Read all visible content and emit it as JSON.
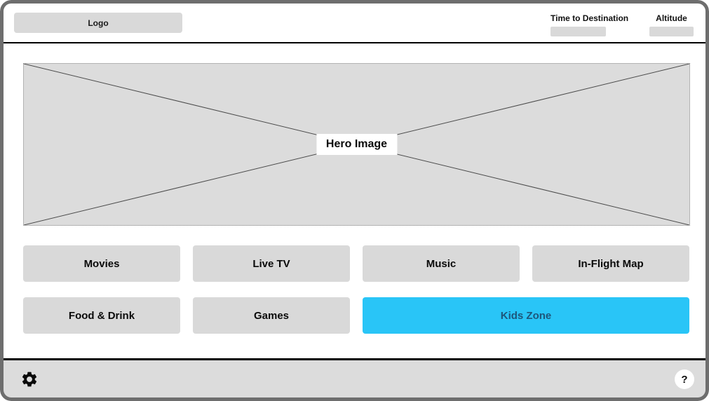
{
  "header": {
    "logo_label": "Logo",
    "stats": [
      {
        "label": "Time to Destination"
      },
      {
        "label": "Altitude"
      }
    ]
  },
  "hero": {
    "label": "Hero Image"
  },
  "menu": {
    "items": [
      {
        "label": "Movies",
        "selected": false
      },
      {
        "label": "Live TV",
        "selected": false
      },
      {
        "label": "Music",
        "selected": false
      },
      {
        "label": "In-Flight Map",
        "selected": false
      },
      {
        "label": "Food & Drink",
        "selected": false
      },
      {
        "label": "Games",
        "selected": false
      },
      {
        "label": "Kids Zone",
        "selected": true
      }
    ]
  },
  "footer": {
    "settings_icon": "gear-icon",
    "help_label": "?"
  },
  "colors": {
    "accent": "#29c5f7",
    "accent_text": "#1e567a",
    "placeholder_gray": "#d9d9d9",
    "hero_gray": "#dcdcdc",
    "bottombar_gray": "#dcdcdc",
    "frame_border": "#6e6e6e",
    "divider_black": "#000000"
  }
}
